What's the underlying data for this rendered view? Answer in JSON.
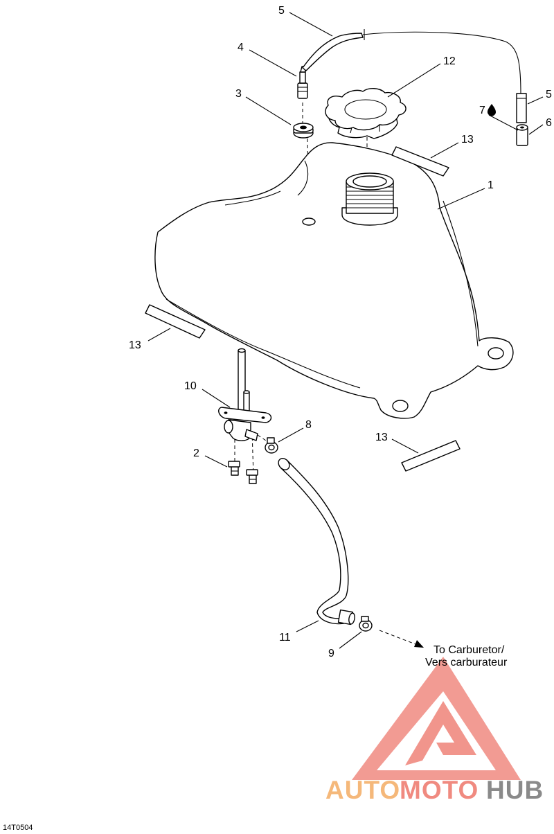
{
  "callouts": {
    "c1": "1",
    "c2": "2",
    "c3": "3",
    "c4": "4",
    "c5a": "5",
    "c5b": "5",
    "c6": "6",
    "c7": "7",
    "c8": "8",
    "c9": "9",
    "c10": "10",
    "c11": "11",
    "c12": "12",
    "c13a": "13",
    "c13b": "13",
    "c13c": "13"
  },
  "destination_note": {
    "line1": "To Carburetor/",
    "line2": "Vers carburateur"
  },
  "figure_code": "14T0504",
  "watermark": {
    "part1": "AUTO",
    "part2": "MOTO",
    "part3": "HUB",
    "colors": {
      "red": "#f08a80",
      "gray": "#8a8a8a",
      "orange": "#f5b87a"
    }
  }
}
